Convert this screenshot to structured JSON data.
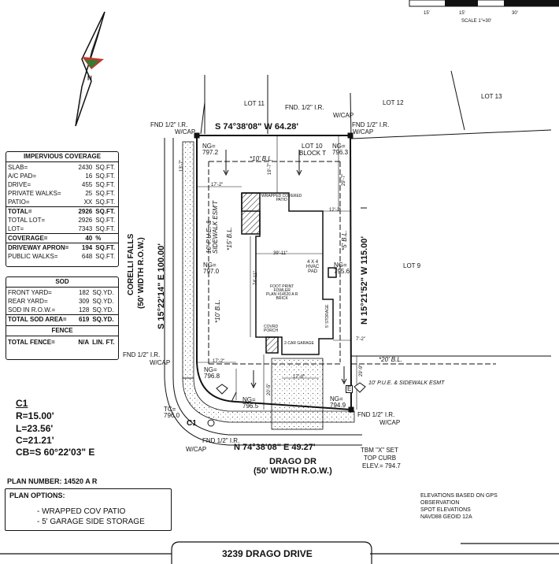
{
  "scale": {
    "ticks": [
      "15'",
      "15'",
      "30'"
    ],
    "label": "SCALE 1\"=30'"
  },
  "lots": {
    "lot11": "LOT 11",
    "lot12": "LOT 12",
    "lot13": "LOT 13",
    "lot9": "LOT 9",
    "lot10": "LOT 10",
    "block": "BLOCK T"
  },
  "monuments": {
    "nw_line1": "FND 1/2\" I.R.",
    "nw_line2": "W/CAP",
    "ntop_line1": "FND. 1/2\" I.R.",
    "ntop_line2": "W/CAP",
    "ne_line1": "FND 1/2\" I.R.",
    "ne_line2": "W/CAP",
    "sw_line1": "FND 1/2\" I.R.",
    "sw_line2": "W/CAP",
    "se_line1": "FND 1/2\" I.R.",
    "se_line2": "W/CAP",
    "bl_line1": "FND 1/2\" I.R.",
    "bl_line2": "W/CAP"
  },
  "bearings": {
    "north": "S 74°38'08\" W  64.28'",
    "south": "N 74°38'08\" E  49.27'",
    "west": "S 15°22'14\" E  100.00'",
    "east": "N 15°21'52\" W  115.00'"
  },
  "elevations": {
    "nw": "NG=\n797.2",
    "ne": "NG=\n796.3",
    "w": "NG=\n797.0",
    "e": "NG=\n795.6",
    "sw": "NG=\n796.8",
    "s": "NG=\n796.5",
    "se": "NG=\n794.9",
    "tc": "TC=\n796.0"
  },
  "dims": {
    "d1": "17'-2\"",
    "d2": "19'-7\"",
    "d3": "29'-7\"",
    "d4": "12'-2\"",
    "d5": "39'-11\"",
    "d6": "74'-11\"",
    "d7": "7'-2\"",
    "d8": "17'-0\"",
    "d9": "20'-5\"",
    "d10": "29'-9\"",
    "d11": "17'-2\"",
    "d12": "13'-7\""
  },
  "easements": {
    "bl10_top": "*10' B.L.",
    "ue_west": "10' P.U.E. &\nSIDEWALK ESM'T",
    "bl15": "*15' B.L.",
    "bl5": "*5' B.L.",
    "bl10_w": "*10' B.L.",
    "bl20": "*20' B.L.",
    "ue_south": "10' P.U.E. & SIDEWALK ESMT"
  },
  "house": {
    "patio": "WRAPPED COVERED\nPATIO",
    "hvac": "4 X 4\nHVAC\nPAD",
    "footprint": "FOOT PRINT\nFOWLER\nPLAN #14520 A R\nBRICK",
    "porch": "COVRD\nPORCH",
    "garage": "2-CAR GARAGE",
    "storage": "5' STORAGE"
  },
  "street_west": {
    "name": "CORELLI FALLS",
    "row": "(50' WIDTH R.O.W.)"
  },
  "street_south": {
    "name": "DRAGO DR",
    "row": "(50' WIDTH R.O.W.)"
  },
  "tbm": {
    "l1": "TBM \"X\" SET",
    "l2": "TOP CURB",
    "l3": "ELEV.= 794.7"
  },
  "impervious": {
    "title": "IMPERVIOUS COVERAGE",
    "rows": [
      [
        "SLAB=",
        "2430",
        "SQ.FT."
      ],
      [
        "A/C PAD=",
        "16",
        "SQ.FT."
      ],
      [
        "DRIVE=",
        "455",
        "SQ.FT."
      ],
      [
        "PRIVATE WALKS=",
        "25",
        "SQ.FT."
      ],
      [
        "PATIO=",
        "XX",
        "SQ.FT."
      ]
    ],
    "totals": [
      [
        "TOTAL=",
        "2926",
        "SQ.FT."
      ],
      [
        "TOTAL LOT=",
        "2926",
        "SQ.FT."
      ],
      [
        "LOT=",
        "7343",
        "SQ.FT."
      ]
    ],
    "coverage": [
      "COVERAGE=",
      "40",
      "%"
    ],
    "extra": [
      [
        "DRIVEWAY APRON=",
        "194",
        "SQ.FT."
      ],
      [
        "PUBLIC WALKS=",
        "648",
        "SQ.FT."
      ]
    ]
  },
  "sod": {
    "title": "SOD",
    "rows": [
      [
        "FRONT YARD=",
        "182",
        "SQ.YD."
      ],
      [
        "REAR YARD=",
        "309",
        "SQ.YD."
      ],
      [
        "SOD IN R.O.W.=",
        "128",
        "SQ.YD."
      ]
    ],
    "total": [
      "TOTAL SOD AREA=",
      "619",
      "SQ.YD."
    ],
    "fence_title": "FENCE",
    "fence": [
      "TOTAL FENCE=",
      "N/A",
      "LIN. FT."
    ]
  },
  "curve": {
    "name": "C1",
    "r": "R=15.00'",
    "l": "L=23.56'",
    "c": "C=21.21'",
    "cb": "CB=S 60°22'03\" E",
    "label": "C1"
  },
  "plan": {
    "number": "PLAN NUMBER: 14520 A R",
    "options_title": "PLAN OPTIONS:",
    "opt1": "- WRAPPED COV PATIO",
    "opt2": "- 5' GARAGE SIDE STORAGE"
  },
  "notes": {
    "l1": "ELEVATIONS BASED ON GPS",
    "l2": "OBSERVATION",
    "l3": "SPOT ELEVATIONS",
    "l4": "NAVD88 GEOID 12A"
  },
  "address": "3239 DRAGO DRIVE",
  "north_arrow": "N",
  "markers": {
    "e": "E"
  }
}
